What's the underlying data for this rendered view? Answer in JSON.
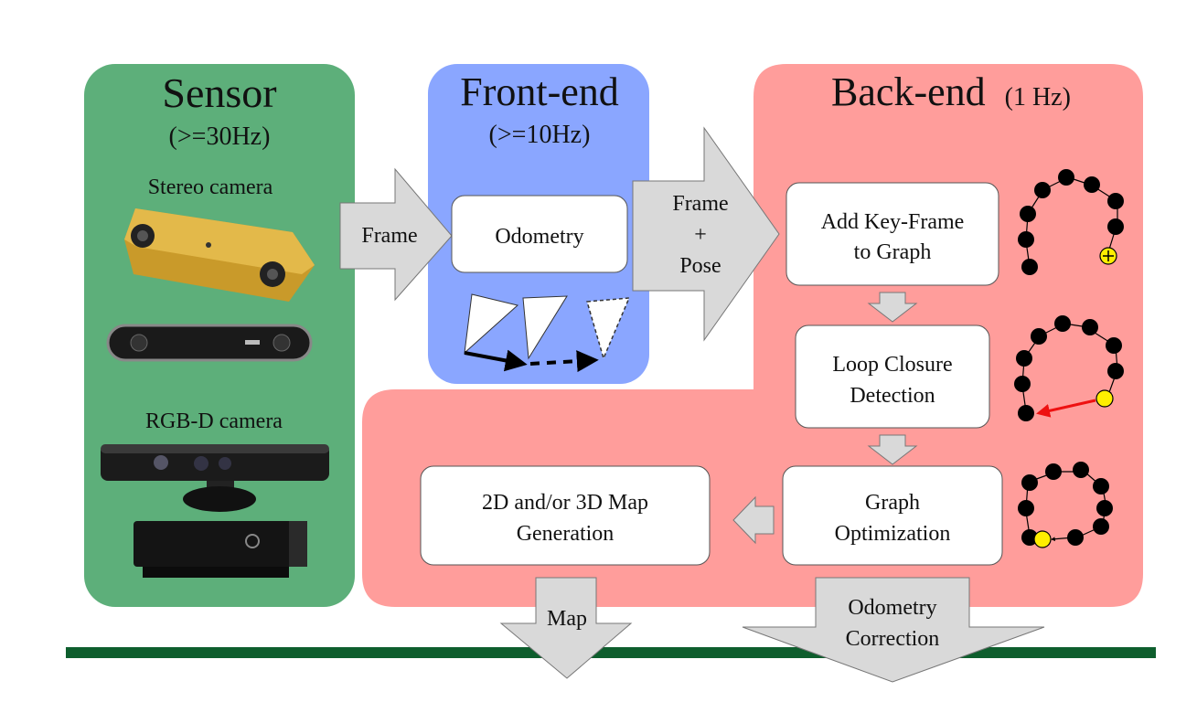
{
  "sections": {
    "sensor": {
      "title": "Sensor",
      "rate": "(>=30Hz)",
      "stereo_label": "Stereo camera",
      "rgbd_label": "RGB-D camera",
      "color": "#5daf7a"
    },
    "frontend": {
      "title": "Front-end",
      "rate": "(>=10Hz)",
      "color": "#8aa6ff"
    },
    "backend": {
      "title": "Back-end",
      "rate": "(1 Hz)",
      "color": "#ff9d9b"
    }
  },
  "arrows": {
    "sensor_to_frontend": "Frame",
    "frontend_to_backend_line1": "Frame",
    "frontend_to_backend_line2": "+",
    "frontend_to_backend_line3": "Pose",
    "map_output": "Map",
    "odom_corr_line1": "Odometry",
    "odom_corr_line2": "Correction"
  },
  "boxes": {
    "odometry": "Odometry",
    "add_keyframe_line1": "Add Key-Frame",
    "add_keyframe_line2": "to Graph",
    "loop_closure_line1": "Loop Closure",
    "loop_closure_line2": "Detection",
    "graph_opt_line1": "Graph",
    "graph_opt_line2": "Optimization",
    "map_gen_line1": "2D and/or 3D Map",
    "map_gen_line2": "Generation"
  },
  "colors": {
    "arrow_fill": "#d9d9d9",
    "baseline": "#0e5e2d",
    "highlight_node": "#ffee00",
    "loop_arrow": "#ee1111"
  }
}
